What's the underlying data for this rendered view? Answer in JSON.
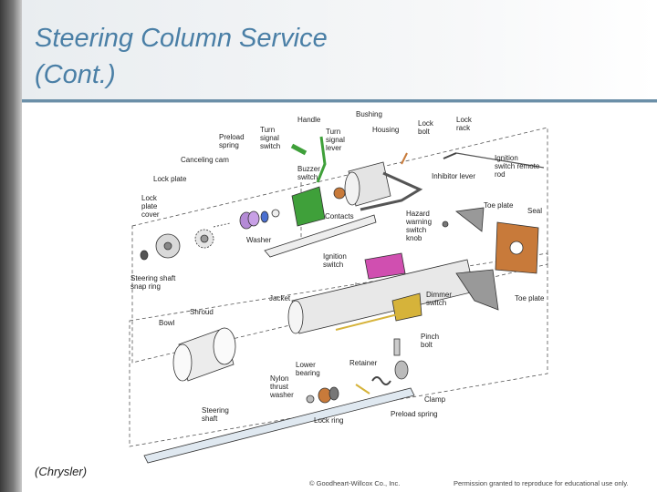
{
  "slide": {
    "title_line1": "Steering Column Service",
    "title_line2": "(Cont.)",
    "credit": "(Chrysler)",
    "copyright": "© Goodheart-Willcox Co., Inc.",
    "permission": "Permission granted to reproduce for educational use only."
  },
  "colors": {
    "title": "#4a7fa6",
    "rule": "#6b8fa8",
    "accent_green": "#3fa03a",
    "accent_orange": "#c87a3a",
    "accent_magenta": "#d04fb0"
  },
  "labels": {
    "handle": "Handle",
    "bushing": "Bushing",
    "lock_bolt": [
      "Lock",
      "bolt"
    ],
    "lock_rack": [
      "Lock",
      "rack"
    ],
    "turn_signal_switch": [
      "Turn",
      "signal",
      "switch"
    ],
    "turn_signal_lever": [
      "Turn",
      "signal",
      "lever"
    ],
    "housing": "Housing",
    "preload_spring_top": [
      "Preload",
      "spring"
    ],
    "canceling_cam": "Canceling cam",
    "ignition_switch_remote_rod": [
      "Ignition",
      "switch remote",
      "rod"
    ],
    "buzzer_switch": [
      "Buzzer",
      "switch"
    ],
    "inhibitor_lever": "Inhibitor lever",
    "lock_plate": "Lock plate",
    "toe_plate_top": "Toe plate",
    "seal": "Seal",
    "lock_plate_cover": [
      "Lock",
      "plate",
      "cover"
    ],
    "contacts": "Contacts",
    "hazard_warning_switch_knob": [
      "Hazard",
      "warning",
      "switch",
      "knob"
    ],
    "washer": "Washer",
    "ignition_switch": [
      "Ignition",
      "switch"
    ],
    "steering_shaft_snap_ring": [
      "Steering shaft",
      "snap ring"
    ],
    "jacket": "Jacket",
    "dimmer_switch": [
      "Dimmer",
      "switch"
    ],
    "toe_plate_bottom": "Toe plate",
    "shroud": "Shroud",
    "bowl": "Bowl",
    "pinch_bolt": [
      "Pinch",
      "bolt"
    ],
    "lower_bearing": [
      "Lower",
      "bearing"
    ],
    "retainer": "Retainer",
    "nylon_thrust_washer": [
      "Nylon",
      "thrust",
      "washer"
    ],
    "clamp": "Clamp",
    "steering_shaft": [
      "Steering",
      "shaft"
    ],
    "lock_ring": "Lock ring",
    "preload_spring_bottom": "Preload spring"
  }
}
